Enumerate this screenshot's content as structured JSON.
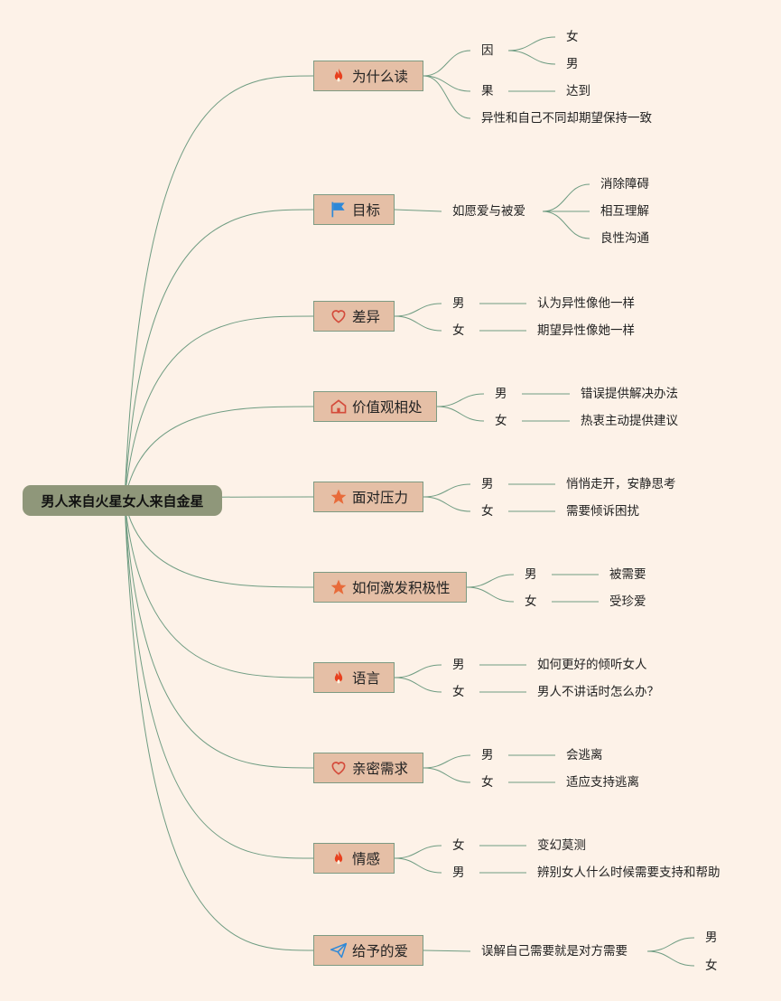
{
  "colors": {
    "background": "#fdf2e8",
    "root": "#8f977a",
    "topic": "#e5bfa6",
    "line": "#6f9c82",
    "fire": "#e8401e",
    "flag": "#2d88d8",
    "heart": "#d44b3b",
    "star": "#e86b3a"
  },
  "root": {
    "label": "男人来自火星女人来自金星"
  },
  "branches": [
    {
      "label": "为什么读",
      "icon": "fire-icon"
    },
    {
      "label": "目标",
      "icon": "flag-icon"
    },
    {
      "label": "差异",
      "icon": "heart-icon"
    },
    {
      "label": "价值观相处",
      "icon": "home-icon"
    },
    {
      "label": "面对压力",
      "icon": "star-icon"
    },
    {
      "label": "如何激发积极性",
      "icon": "star-icon"
    },
    {
      "label": "语言",
      "icon": "fire-icon"
    },
    {
      "label": "亲密需求",
      "icon": "heart-icon"
    },
    {
      "label": "情感",
      "icon": "fire-icon"
    },
    {
      "label": "给予的爱",
      "icon": "send-icon"
    }
  ],
  "leaves": [
    [
      "因",
      "女",
      "男",
      "果",
      "达到",
      "异性和自己不同却期望保持一致"
    ],
    [
      "如愿爱与被爱",
      "消除障碍",
      "相互理解",
      "良性沟通"
    ],
    [
      "男",
      "认为异性像他一样",
      "女",
      "期望异性像她一样"
    ],
    [
      "男",
      "错误提供解决办法",
      "女",
      "热衷主动提供建议"
    ],
    [
      "男",
      "悄悄走开，安静思考",
      "女",
      "需要倾诉困扰"
    ],
    [
      "男",
      "被需要",
      "女",
      "受珍爱"
    ],
    [
      "男",
      "如何更好的倾听女人",
      "女",
      "男人不讲话时怎么办？"
    ],
    [
      "男",
      "会逃离",
      "女",
      "适应支持逃离"
    ],
    [
      "女",
      "变幻莫测",
      "男",
      "辨别女人什么时候需要支持和帮助"
    ],
    [
      "误解自己需要就是对方需要",
      "男",
      "女"
    ]
  ]
}
